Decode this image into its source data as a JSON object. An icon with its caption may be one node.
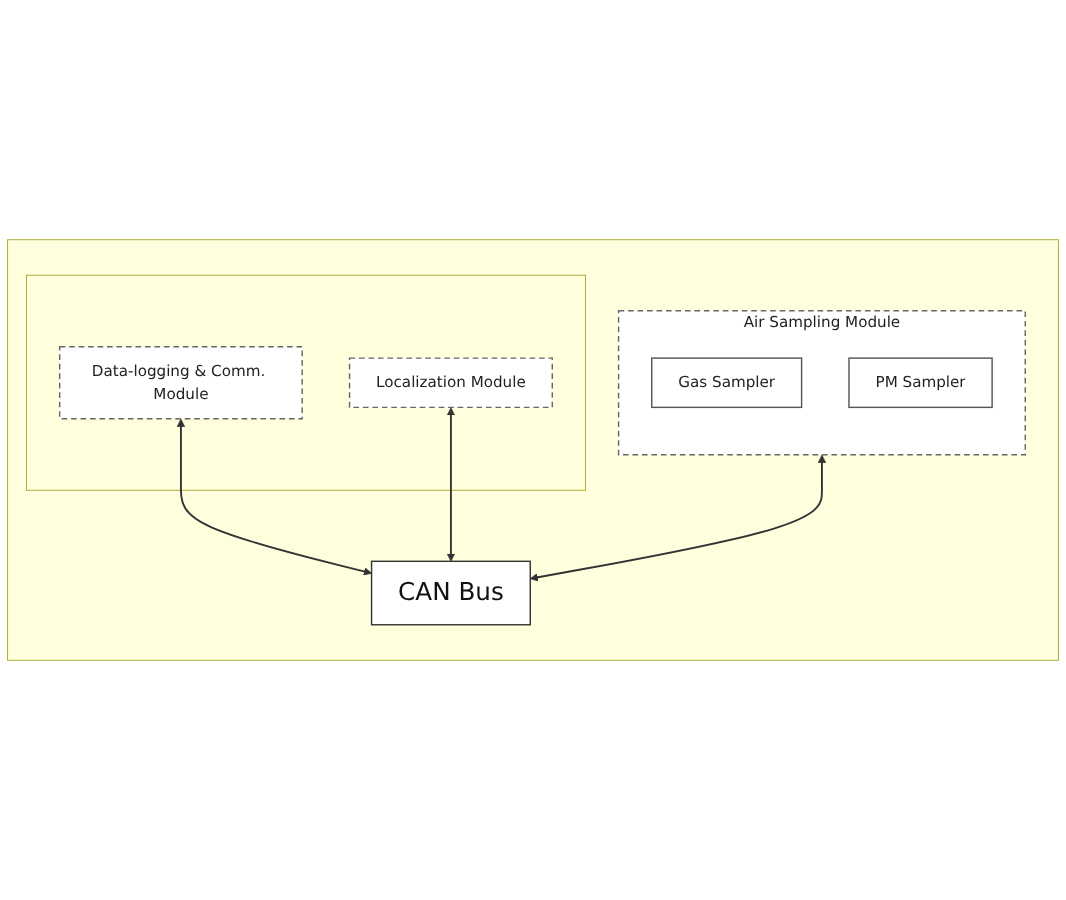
{
  "diagram": {
    "nodes": [
      {
        "text": [],
        "shape": "box"
      },
      {
        "text": [],
        "shape": "box",
        "in": 0
      },
      {
        "text": [
          "Data-logging & Comm. Module"
        ],
        "in": 1
      },
      {
        "text": [
          "Localization Module"
        ],
        "in": 1
      },
      {
        "text": [
          "Air Sampling Module"
        ],
        "in": 0
      },
      {
        "text": [
          "Gas Sampler"
        ],
        "in": 4
      },
      {
        "text": [
          "PM Sampler"
        ],
        "in": 4
      },
      {
        "text": [
          "CAN Bus"
        ],
        "in": 0
      }
    ],
    "edges": [
      {
        "from": 2,
        "to": 7,
        "arrow": "both"
      },
      {
        "from": 3,
        "to": 7,
        "arrow": "both"
      },
      {
        "from": 4,
        "to": 7,
        "arrow": "both"
      }
    ]
  }
}
